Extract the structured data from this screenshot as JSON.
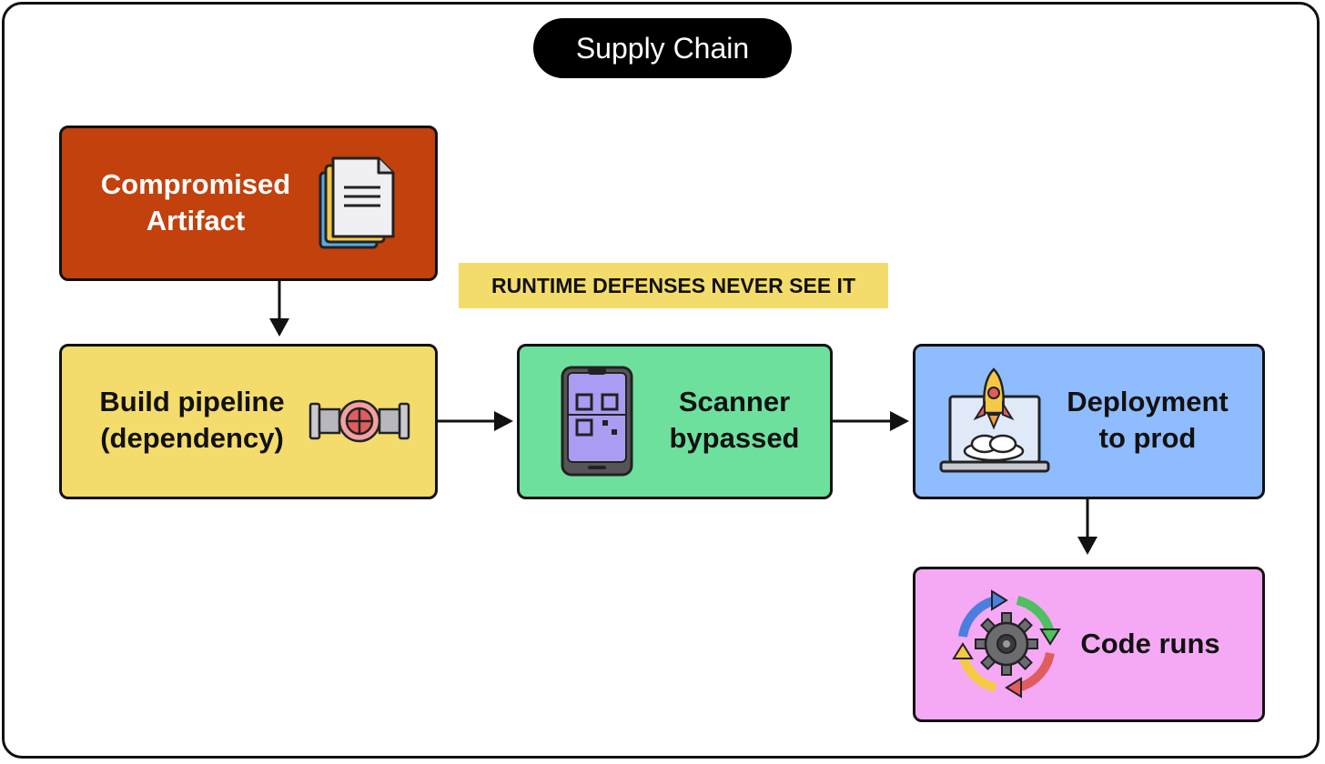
{
  "title": "Supply Chain",
  "banner": "RUNTIME DEFENSES NEVER SEE IT",
  "nodes": {
    "artifact": {
      "line1": "Compromised",
      "line2": "Artifact",
      "color": "#c2410c",
      "icon": "document-stack-icon"
    },
    "pipeline": {
      "line1": "Build pipeline",
      "line2": "(dependency)",
      "color": "#f4dc6c",
      "icon": "pipe-valve-icon"
    },
    "scanner": {
      "line1": "Scanner",
      "line2": "bypassed",
      "color": "#6ee09e",
      "icon": "phone-qr-code-icon"
    },
    "deploy": {
      "line1": "Deployment",
      "line2": "to prod",
      "color": "#8fbcff",
      "icon": "laptop-rocket-icon"
    },
    "runs": {
      "line1": "Code runs",
      "color": "#f5a9f5",
      "icon": "gear-cycle-icon"
    }
  },
  "edges": [
    {
      "from": "artifact",
      "to": "pipeline"
    },
    {
      "from": "pipeline",
      "to": "scanner"
    },
    {
      "from": "scanner",
      "to": "deploy"
    },
    {
      "from": "deploy",
      "to": "runs"
    }
  ]
}
